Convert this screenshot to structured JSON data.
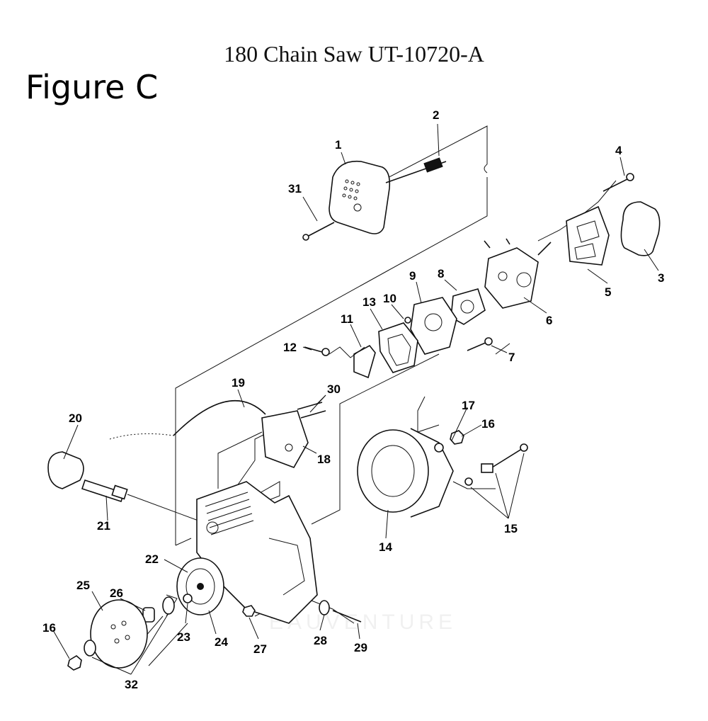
{
  "header": {
    "model_title": "180 Chain Saw UT-10720-A",
    "figure_title": "Figure C"
  },
  "watermark": "EAUVENTURE",
  "callouts": [
    "1",
    "2",
    "3",
    "4",
    "5",
    "6",
    "7",
    "8",
    "9",
    "10",
    "11",
    "12",
    "13",
    "14",
    "15",
    "16",
    "16",
    "17",
    "18",
    "19",
    "20",
    "21",
    "22",
    "23",
    "24",
    "25",
    "26",
    "27",
    "28",
    "29",
    "30",
    "31",
    "32"
  ]
}
